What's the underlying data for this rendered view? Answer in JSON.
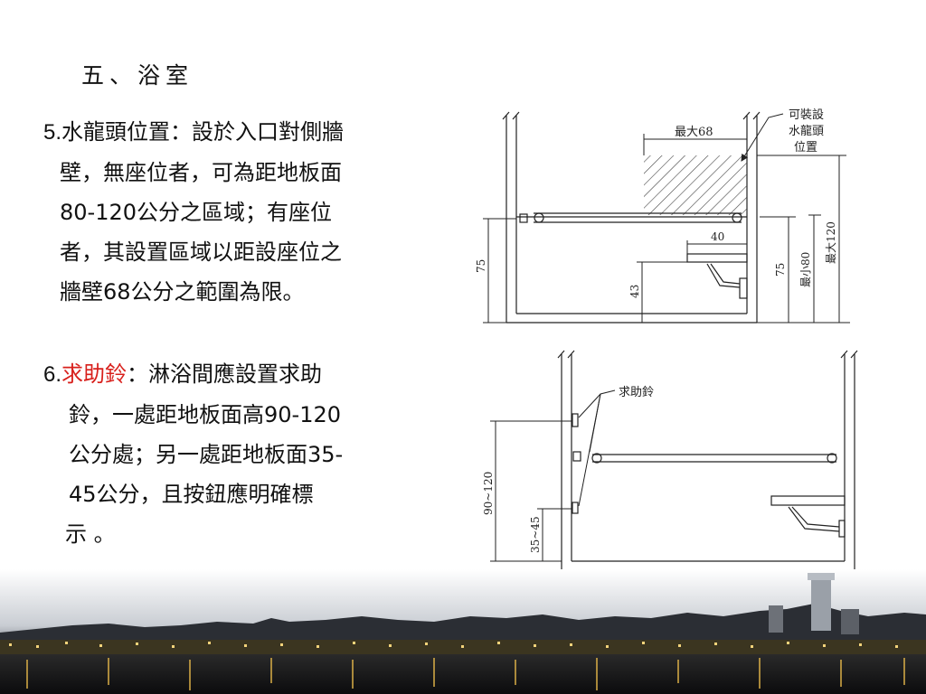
{
  "slide": {
    "title": "五、浴室"
  },
  "section5": {
    "number": "5.",
    "lines": [
      "水龍頭位置：設於入口對側牆",
      "壁，無座位者，可為距地板面",
      "80-120公分之區域；有座位",
      "者，其設置區域以距設座位之",
      "牆壁68公分之範圍為限。"
    ]
  },
  "section6": {
    "number": "6.",
    "highlight": "求助鈴",
    "line1_rest": "：淋浴間應設置求助",
    "lines": [
      "鈴，一處距地板面高90-120",
      "公分處；另一處距地板面35-",
      "45公分，且按鈕應明確標",
      "示 。"
    ]
  },
  "diagram_top": {
    "callout": [
      "可裝設",
      "水龍頭",
      "位置"
    ],
    "max68": "最大68",
    "dim40": "40",
    "dim75_left": "75",
    "dim43": "43",
    "dim75_right": "75",
    "min80": "最小80",
    "max120": "最大120"
  },
  "diagram_bottom": {
    "callout": "求助鈴",
    "dim90_120": "90~120",
    "dim35_45": "35~45"
  },
  "colors": {
    "highlight": "#d8201c",
    "text": "#111111"
  }
}
